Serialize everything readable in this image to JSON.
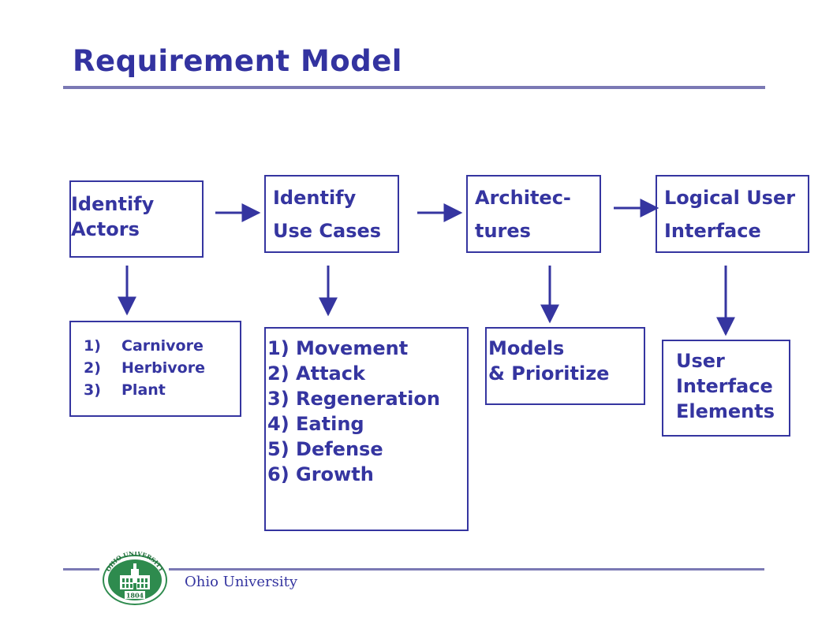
{
  "slide": {
    "title": "Requirement Model",
    "footer": "Ohio University"
  },
  "diagram": {
    "top_boxes": [
      {
        "lines": [
          "Identify",
          "Actors"
        ]
      },
      {
        "lines": [
          "Identify",
          "Use Cases"
        ]
      },
      {
        "lines": [
          "Architec-",
          "tures"
        ]
      },
      {
        "lines": [
          "Logical User",
          "Interface"
        ]
      }
    ],
    "actors": {
      "items": [
        {
          "num": "1)",
          "label": "Carnivore"
        },
        {
          "num": "2)",
          "label": "Herbivore"
        },
        {
          "num": "3)",
          "label": "Plant"
        }
      ]
    },
    "use_cases": {
      "items": [
        "1) Movement",
        "2) Attack",
        "3) Regeneration",
        "4) Eating",
        "5) Defense",
        "6) Growth"
      ]
    },
    "models": {
      "lines": [
        "Models",
        "& Prioritize"
      ]
    },
    "ui_elements": {
      "lines": [
        "User",
        "Interface",
        "Elements"
      ]
    }
  },
  "logo": {
    "text_top": "OHIO UNIVERSITY",
    "year": "1804",
    "colors": {
      "green": "#2e8b4e",
      "dark_green": "#1f6b39"
    }
  },
  "colors": {
    "accent": "#3535a0",
    "rule": "#7b79b4"
  }
}
